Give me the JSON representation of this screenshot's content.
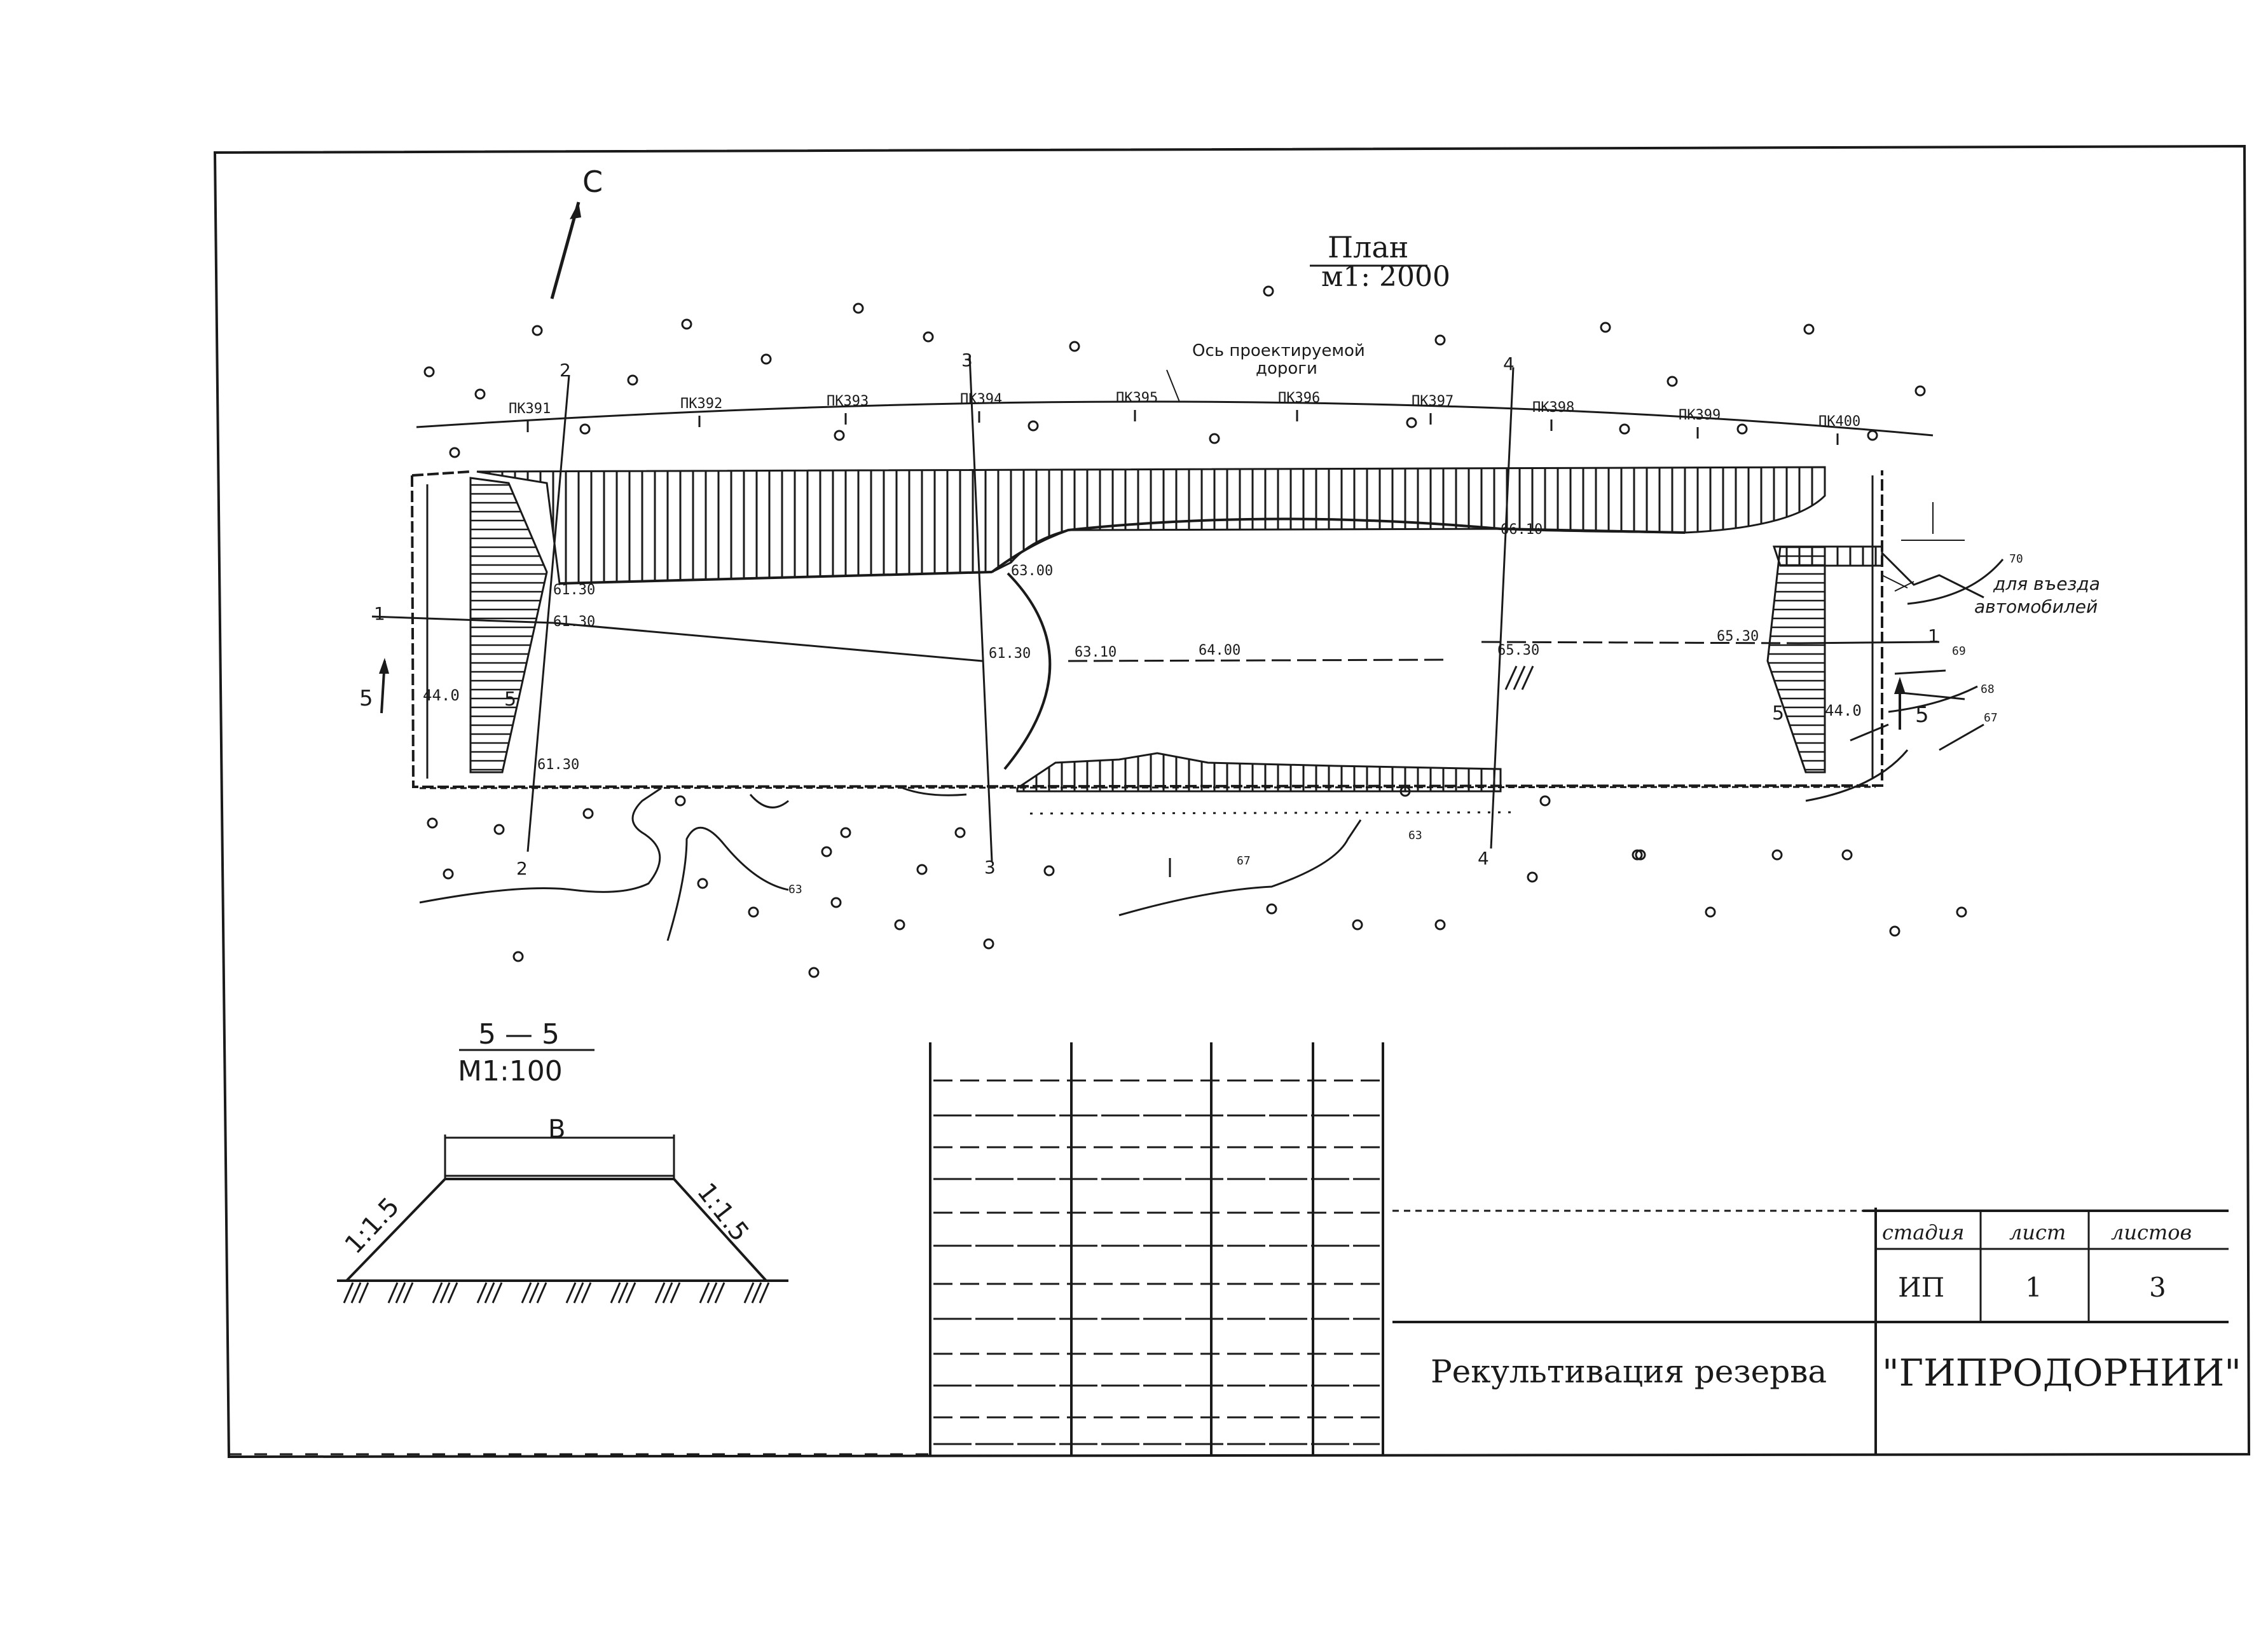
{
  "north_arrow": {
    "label": "С"
  },
  "plan": {
    "title": "План",
    "scale": "м1: 2000",
    "road_axis_label_1": "Ось проектируемой",
    "road_axis_label_2": "дороги",
    "pickets": [
      "ПК391",
      "ПК392",
      "ПК393",
      "ПК394",
      "ПК395",
      "ПК396",
      "ПК397",
      "ПК398",
      "ПК399",
      "ПК400"
    ],
    "sections": [
      {
        "label_top": "2",
        "label_bottom": "2"
      },
      {
        "label_top": "3",
        "label_bottom": "3"
      },
      {
        "label_top": "4",
        "label_bottom": "4"
      }
    ],
    "elevations": {
      "e1": "61.30",
      "e2": "61.30",
      "e3": "61.30",
      "e4": "61.30",
      "e5": "63.10",
      "e6": "64.00",
      "e7": "65.30",
      "e8": "65.30",
      "e9": "66.10",
      "e10": "63.00"
    },
    "dims": {
      "left": "44.0",
      "right": "44.0"
    },
    "section_marks": {
      "left": "5",
      "left_inner": "5",
      "right": "5",
      "right_inner": "5",
      "line1_left": "1",
      "line1_right": "1"
    },
    "contours": {
      "c1": "63",
      "c2": "63",
      "c3": "67",
      "c4": "68",
      "c5": "69",
      "c6": "70",
      "c7": "67"
    },
    "vehicle_note_1": "для въезда",
    "vehicle_note_2": "автомобилей"
  },
  "section_55": {
    "title": "5 — 5",
    "scale": "М1:100",
    "width_label": "В",
    "slope_left": "1:1.5",
    "slope_right": "1:1.5"
  },
  "title_block": {
    "project": "Рекультивация резерва",
    "org": "\"ГИПРОДОРНИИ\"",
    "stage_header": "стадия",
    "sheet_header": "лист",
    "sheets_header": "листов",
    "stage": "ИП",
    "sheet": "1",
    "sheets": "3"
  }
}
